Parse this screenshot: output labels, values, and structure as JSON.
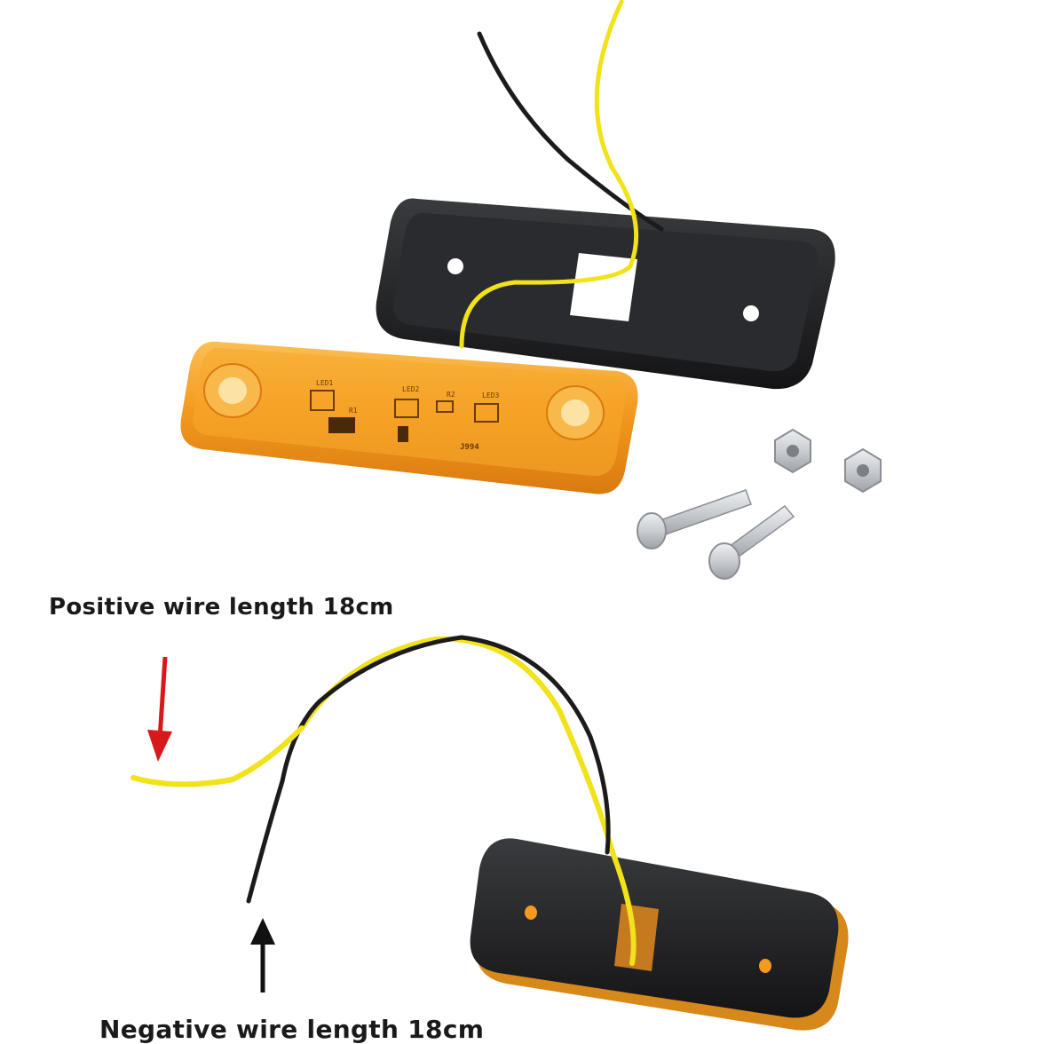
{
  "captions": {
    "positive": "Positive wire length 18cm",
    "negative": "Negative wire length 18cm"
  },
  "pcb_labels": {
    "led1": "LED1",
    "led2": "LED2",
    "led3": "LED3",
    "r1": "R1",
    "r2": "R2",
    "code": "J994"
  },
  "colors": {
    "background": "#ffffff",
    "lens_amber": "#f39a1f",
    "housing_black": "#1e1f22",
    "wire_positive": "#f2e21a",
    "wire_negative": "#1b1b1b",
    "arrow_positive": "#d8191c",
    "arrow_negative": "#111111",
    "hardware": "#cfd2d6"
  },
  "icons": {
    "positive_marker": "red-down-arrow",
    "negative_marker": "black-up-arrow"
  }
}
